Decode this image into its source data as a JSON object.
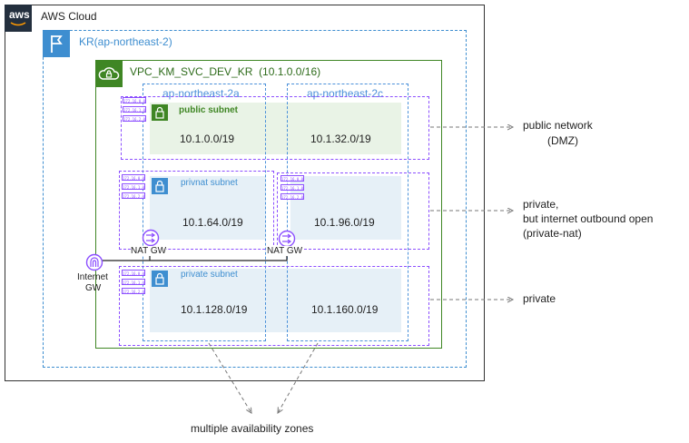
{
  "aws_cloud": {
    "title": "AWS Cloud",
    "logo_text": "aws"
  },
  "region": {
    "title": "KR(ap-northeast-2)"
  },
  "vpc": {
    "title": "VPC_KM_SVC_DEV_KR",
    "cidr": "(10.1.0.0/16)"
  },
  "availability_zones": [
    {
      "name": "ap-northeast-2a"
    },
    {
      "name": "ap-northeast-2c"
    }
  ],
  "subnets": {
    "public": {
      "label": "public subnet",
      "cidr_a": "10.1.0.0/19",
      "cidr_c": "10.1.32.0/19"
    },
    "privnat": {
      "label": "privnat subnet",
      "cidr_a": "10.1.64.0/19",
      "cidr_c": "10.1.96.0/19"
    },
    "private": {
      "label": "private subnet",
      "cidr_a": "10.1.128.0/19",
      "cidr_c": "10.1.160.0/19"
    }
  },
  "route_entries": [
    "172.16.0.0",
    "172.16.1.0",
    "172.16.2.0"
  ],
  "gateways": {
    "nat_a": "NAT GW",
    "nat_c": "NAT GW",
    "internet_line1": "Internet",
    "internet_line2": "GW"
  },
  "annotations": {
    "public_line1": "public network",
    "public_line2": "(DMZ)",
    "privnat_line1": "private,",
    "privnat_line2": "but internet outbound open",
    "privnat_line3": "(private-nat)",
    "private": "private",
    "az_note": "multiple  availability  zones"
  },
  "colors": {
    "aws_border": "#333333",
    "region": "#3e8ed0",
    "vpc": "#3f8624",
    "subnet_public": "#e9f3e6",
    "subnet_private": "#e6f0f7",
    "route_table": "#8c4fff",
    "az_dash": "#4a90d9"
  }
}
